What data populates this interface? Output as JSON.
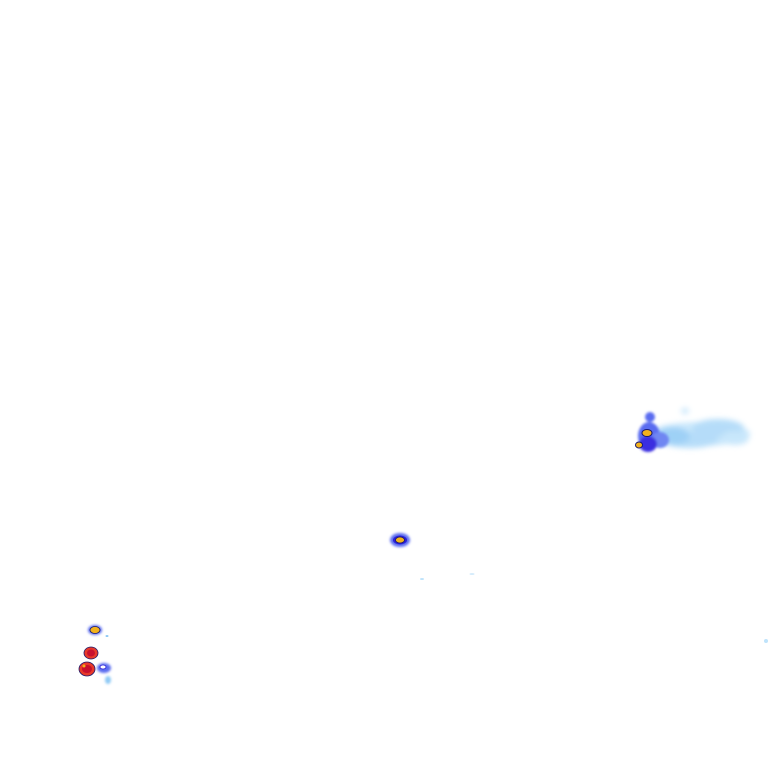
{
  "map": {
    "type": "precipitation-radar-overlay",
    "background_color": "#ffffff",
    "intensity_colors": {
      "very_light": "#bfe3fb",
      "light": "#8ec9f5",
      "moderate": "#5a6cf0",
      "heavy": "#2b1fd6",
      "very_heavy": "#f2b21c",
      "intense": "#e8392a",
      "extreme": "#c8102e",
      "outline": "#1a1a6e"
    },
    "echo_cells": [
      {
        "id": "east-cluster",
        "peak_intensity": "very_heavy"
      },
      {
        "id": "center-cell",
        "peak_intensity": "very_heavy"
      },
      {
        "id": "southwest-cell-north",
        "peak_intensity": "very_heavy"
      },
      {
        "id": "southwest-cell-middle",
        "peak_intensity": "extreme"
      },
      {
        "id": "southwest-cell-south",
        "peak_intensity": "extreme"
      }
    ]
  }
}
